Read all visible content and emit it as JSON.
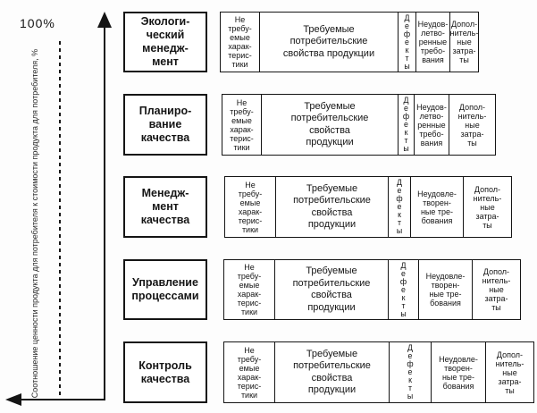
{
  "axis": {
    "top_label": "100%",
    "vertical_label": "Соотношение ценности продукта для потребителя к стоимости продукта для потребителя, %",
    "line_color": "#151515"
  },
  "rows": [
    {
      "label": "Экологи-\nческий\nменедж-\nмент",
      "cells": {
        "unneeded": "Не\nтребу-\nемые\nхарак-\nтерис-\nтики",
        "required": "Требуемые\nпотребительские\nсвойства продукции",
        "defects": "Д\nе\nф\nе\nк\nт\nы",
        "unsatisfied": "Неудов-\nлетво-\nренные\nтребо-\nвания",
        "extra_costs": "Допол-\nнитель-\nные\nзатра-\nты"
      }
    },
    {
      "label": "Планиро-\nвание\nкачества",
      "cells": {
        "unneeded": "Не\nтребу-\nемые\nхарак-\nтерис-\nтики",
        "required": "Требуемые\nпотребительские\nсвойства\nпродукции",
        "defects": "Д\nе\nф\nе\nк\nт\nы",
        "unsatisfied": "Неудов-\nлетво-\nренные\nтребо-\nвания",
        "extra_costs": "Допол-\nнитель-\nные\nзатра-\nты"
      }
    },
    {
      "label": "Менедж-\nмент\nкачества",
      "cells": {
        "unneeded": "Не\nтребу-\nемые\nхарак-\nтерис-\nтики",
        "required": "Требуемые\nпотребительские\nсвойства\nпродукции",
        "defects": "Д\nе\nф\nе\nк\nт\nы",
        "unsatisfied": "Неудовле-\nтворен-\nные тре-\nбования",
        "extra_costs": "Допол-\nнитель-\nные\nзатра-\nты"
      }
    },
    {
      "label": "Управление\nпроцессами",
      "cells": {
        "unneeded": "Не\nтребу-\nемые\nхарак-\nтерис-\nтики",
        "required": "Требуемые\nпотребительские\nсвойства\nпродукции",
        "defects": "Д\nе\nф\nе\nк\nт\nы",
        "unsatisfied": "Неудовле-\nтворен-\nные тре-\nбования",
        "extra_costs": "Допол-\nнитель-\nные\nзатра-\nты"
      }
    },
    {
      "label": "Контроль\nкачества",
      "cells": {
        "unneeded": "Не\nтребу-\nемые\nхарак-\nтерис-\nтики",
        "required": "Требуемые\nпотребительские\nсвойства\nпродукции",
        "defects": "Д\nе\nф\nе\nк\nт\nы",
        "unsatisfied": "Неудовле-\nтворен-\nные тре-\nбования",
        "extra_costs": "Допол-\nнитель-\nные\nзатра-\nты"
      }
    }
  ]
}
